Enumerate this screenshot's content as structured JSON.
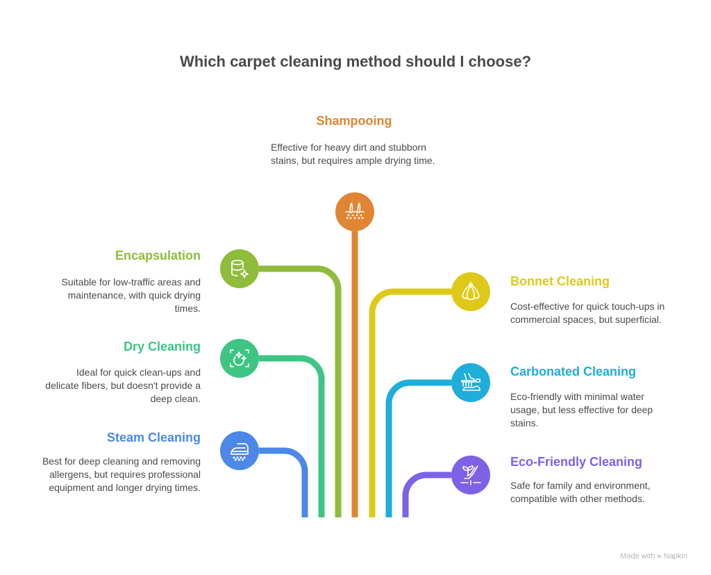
{
  "title": "Which carpet cleaning method should I choose?",
  "watermark": "Made with ⪢ Napkin",
  "methods": [
    {
      "key": "shampooing",
      "label": "Shampooing",
      "color": "#E08533",
      "icon": "hair-follicle-icon",
      "desc": "Effective for heavy dirt and stubborn stains, but requires ample drying time."
    },
    {
      "key": "encapsulation",
      "label": "Encapsulation",
      "color": "#8FBC3A",
      "icon": "database-sparkle-icon",
      "desc": "Suitable for low-traffic areas and maintenance, with quick drying times."
    },
    {
      "key": "dry",
      "label": "Dry Cleaning",
      "color": "#3EC584",
      "icon": "sparkle-clean-icon",
      "desc": "Ideal for quick clean-ups and delicate fibers, but doesn't provide a deep clean."
    },
    {
      "key": "steam",
      "label": "Steam Cleaning",
      "color": "#4C88E8",
      "icon": "steam-iron-icon",
      "desc": "Best for deep cleaning and removing allergens, but requires professional equipment and longer drying times."
    },
    {
      "key": "bonnet",
      "label": "Bonnet Cleaning",
      "color": "#DEC91A",
      "icon": "bonnet-mop-icon",
      "desc": "Cost-effective for quick touch-ups in commercial spaces, but superficial."
    },
    {
      "key": "carbonated",
      "label": "Carbonated Cleaning",
      "color": "#1FADDA",
      "icon": "scrub-brush-icon",
      "desc": "Eco-friendly with minimal water usage, but less effective for deep stains."
    },
    {
      "key": "eco",
      "label": "Eco-Friendly Cleaning",
      "color": "#7E62E5",
      "icon": "plant-hand-icon",
      "desc": "Safe for family and environment, compatible with other methods."
    }
  ]
}
